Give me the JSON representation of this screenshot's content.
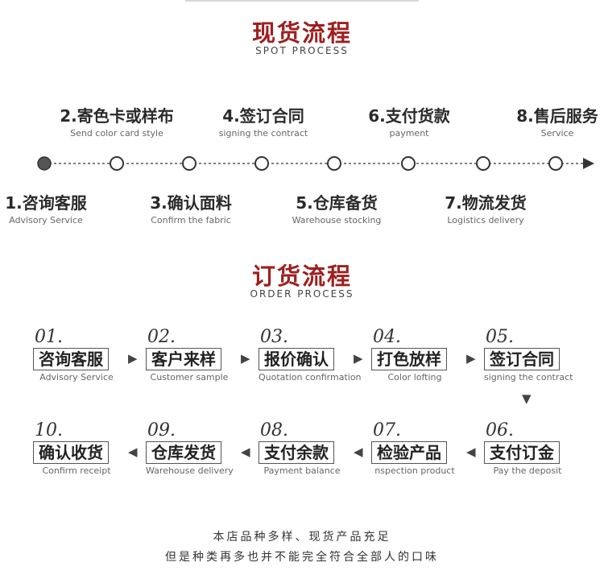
{
  "spot": {
    "title": "现货流程",
    "subtitle": "SPOT PROCESS",
    "steps": [
      {
        "cn": "1.咨询客服",
        "en": "Advisory Service"
      },
      {
        "cn": "2.寄色卡或样布",
        "en": "Send color card style"
      },
      {
        "cn": "3.确认面料",
        "en": "Confirm the fabric"
      },
      {
        "cn": "4.签订合同",
        "en": "signing the contract"
      },
      {
        "cn": "5.仓库备货",
        "en": "Warehouse stocking"
      },
      {
        "cn": "6.支付货款",
        "en": "payment"
      },
      {
        "cn": "7.物流发货",
        "en": "Logistics delivery"
      },
      {
        "cn": "8.售后服务",
        "en": "Service"
      }
    ]
  },
  "order": {
    "title": "订货流程",
    "subtitle": "ORDER PROCESS",
    "steps": [
      {
        "num": "01.",
        "cn": "咨询客服",
        "en": "Advisory Service"
      },
      {
        "num": "02.",
        "cn": "客户来样",
        "en": "Customer sample"
      },
      {
        "num": "03.",
        "cn": "报价确认",
        "en": "Quotation confirmation"
      },
      {
        "num": "04.",
        "cn": "打色放样",
        "en": "Color lofting"
      },
      {
        "num": "05.",
        "cn": "签订合同",
        "en": "signing the contract"
      },
      {
        "num": "06.",
        "cn": "支付订金",
        "en": "Pay the deposit"
      },
      {
        "num": "07.",
        "cn": "检验产品",
        "en": "nspection product"
      },
      {
        "num": "08.",
        "cn": "支付余款",
        "en": "Payment balance"
      },
      {
        "num": "09.",
        "cn": "仓库发货",
        "en": "Warehouse delivery"
      },
      {
        "num": "10.",
        "cn": "确认收货",
        "en": "Confirm receipt"
      }
    ]
  },
  "footer": {
    "line1": "本店品种多样、现货产品充足",
    "line2": "但是种类再多也并不能完全符合全部人的口味"
  },
  "colors": {
    "title_red": "#9e1f1f",
    "line_gray": "#555555"
  },
  "icons": {
    "arrow_right": "triangle-right-icon",
    "arrow_left": "triangle-left-icon",
    "arrow_down": "triangle-down-icon"
  }
}
